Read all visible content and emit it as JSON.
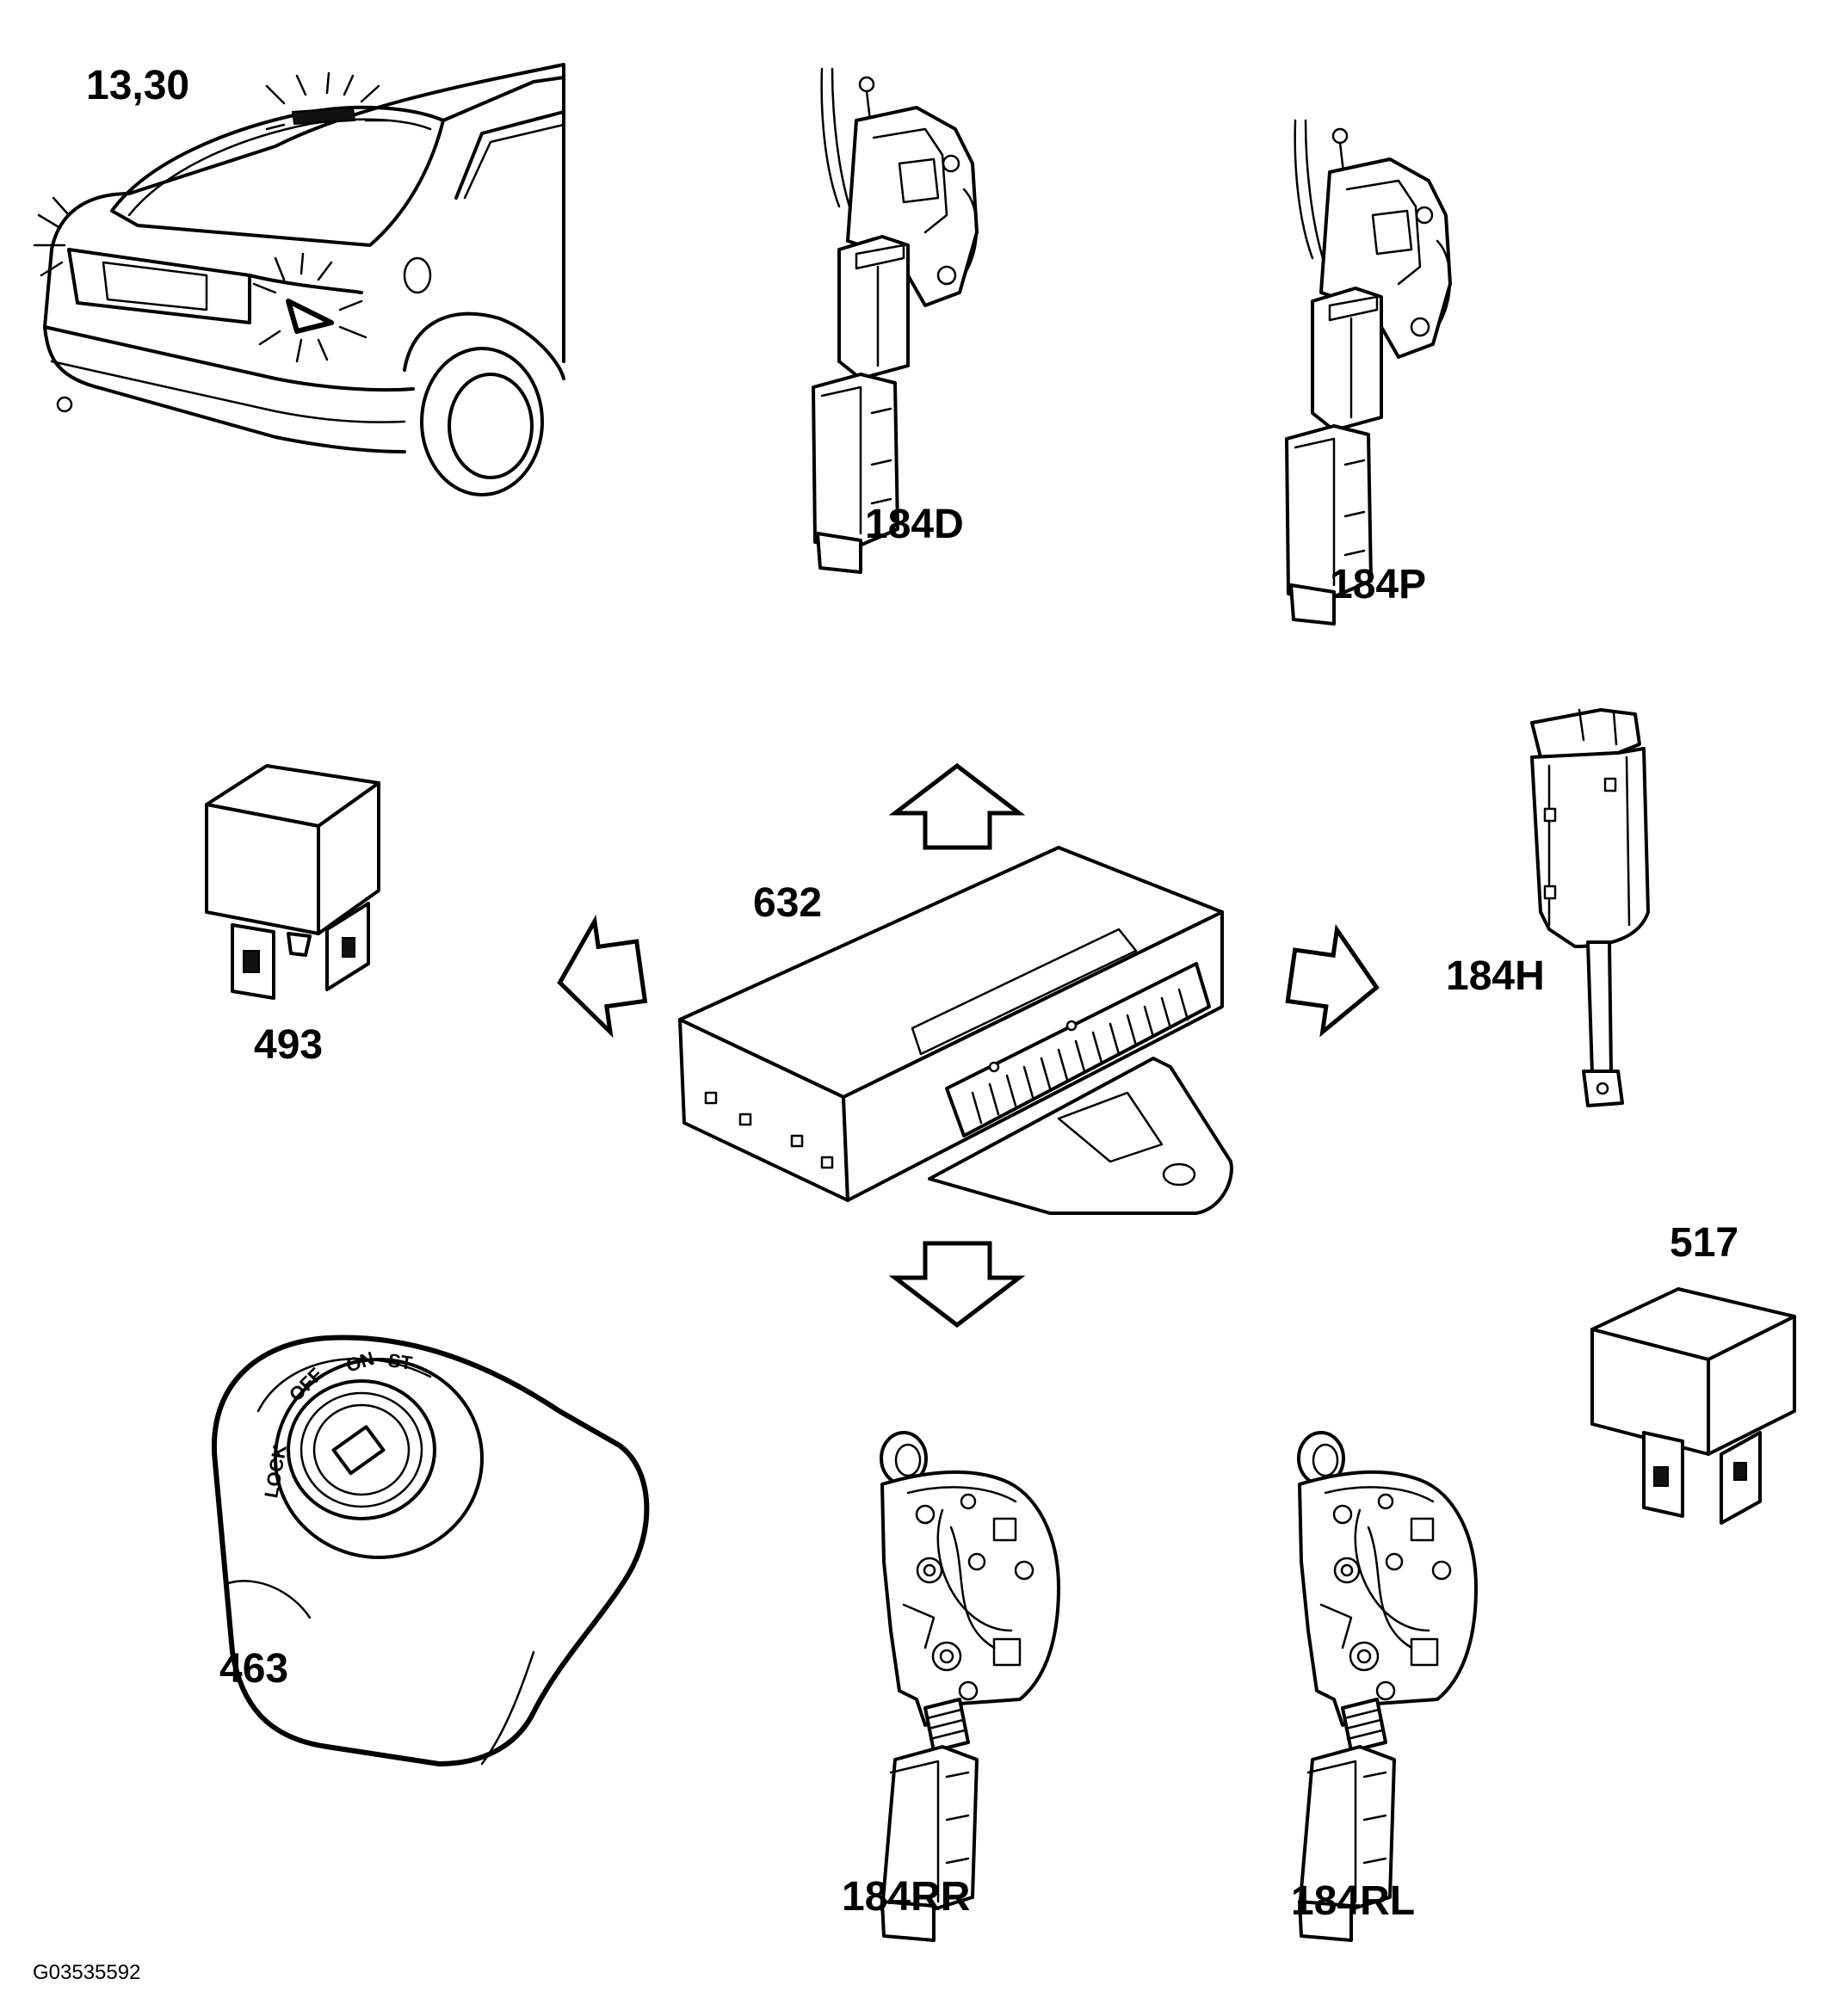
{
  "diagram": {
    "components": [
      {
        "id": "car",
        "label": "13,30"
      },
      {
        "id": "lock_front_driver",
        "label": "184D"
      },
      {
        "id": "lock_front_passenger",
        "label": "184P"
      },
      {
        "id": "relay_left",
        "label": "493"
      },
      {
        "id": "control_module",
        "label": "632"
      },
      {
        "id": "hatch_lock",
        "label": "184H"
      },
      {
        "id": "relay_right",
        "label": "517"
      },
      {
        "id": "ignition_switch",
        "label": "463"
      },
      {
        "id": "lock_rear_right",
        "label": "184RR"
      },
      {
        "id": "lock_rear_left",
        "label": "184RL"
      }
    ],
    "ignition_positions": [
      "LOCK",
      "OFF",
      "ON",
      "ST"
    ],
    "figure_id": "G03535592"
  }
}
